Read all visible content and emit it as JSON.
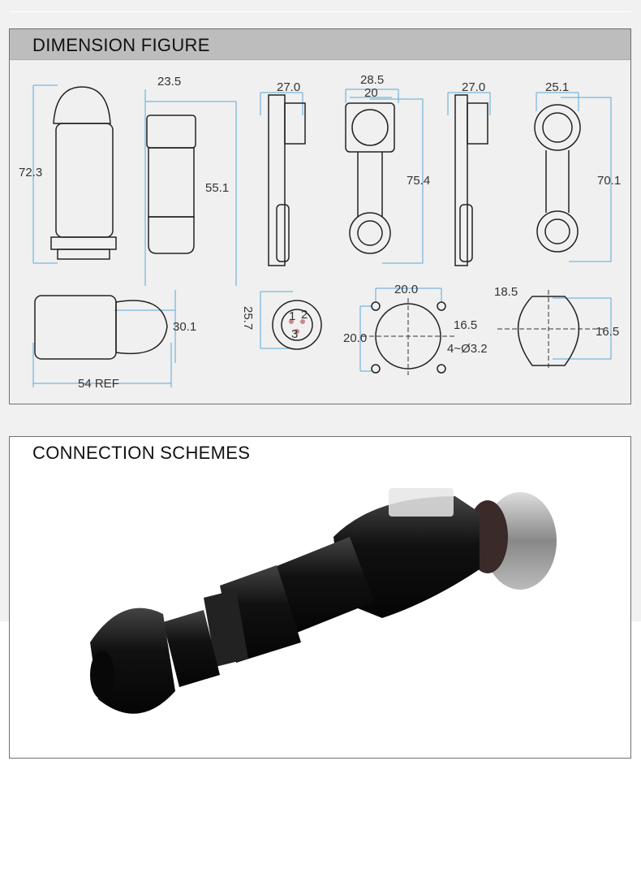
{
  "sections": [
    {
      "title": "DIMENSION FIGURE"
    },
    {
      "title": "CONNECTION SCHEMES"
    }
  ],
  "dimensions": {
    "plug_height": "72.3",
    "plug_side_width": "23.5",
    "plug_side_height": "55.1",
    "socket_a_depth": "27.0",
    "socket_a_flange_outer": "28.5",
    "socket_a_flange_inner": "20",
    "socket_a_height": "75.4",
    "socket_b_depth": "27.0",
    "socket_b_width": "25.1",
    "socket_b_height": "70.1",
    "plug_top_height": "30.1",
    "plug_top_length": "54 REF",
    "front_view_height": "25.7",
    "panel_cut_a_width": "20.0",
    "panel_cut_a_height": "20.0",
    "panel_cut_a_hole": "16.5",
    "panel_cut_a_screws": "4~Ø3.2",
    "panel_cut_b_diameter": "18.5",
    "panel_cut_b_flat": "16.5"
  },
  "colors": {
    "dimension_line": "#5aa9d6",
    "outline": "#222222",
    "header": "#bdbdbd"
  },
  "pin_labels": [
    "1",
    "2",
    "3"
  ]
}
